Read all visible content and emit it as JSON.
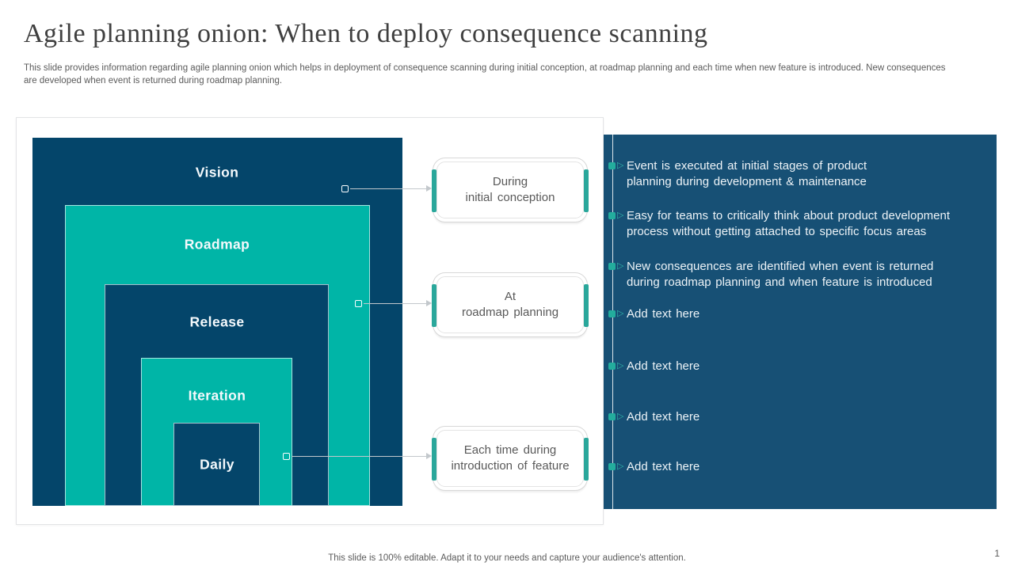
{
  "slide": {
    "title": "Agile planning onion: When to deploy consequence scanning",
    "subtitle": "This slide provides information regarding agile planning onion which helps in deployment of consequence scanning during initial conception, at roadmap planning and each time when new feature is introduced. New consequences\nare developed when event is returned during roadmap planning.",
    "footer": "This slide is 100% editable. Adapt it to your needs and capture your audience's attention.",
    "page_number": "1"
  },
  "onion": {
    "layers": [
      {
        "label": "Vision"
      },
      {
        "label": "Roadmap"
      },
      {
        "label": "Release"
      },
      {
        "label": "Iteration"
      },
      {
        "label": "Daily"
      }
    ]
  },
  "callouts": [
    {
      "text": "During\ninitial conception"
    },
    {
      "text": "At\nroadmap planning"
    },
    {
      "text": "Each time during\nintroduction of feature"
    }
  ],
  "panel": {
    "bullet_glyph": "▷",
    "items": [
      {
        "text": "Event is executed at initial stages of product\nplanning during development & maintenance"
      },
      {
        "text": "Easy for teams to critically think about product development\nprocess without getting attached to specific focus areas"
      },
      {
        "text": "New consequences are identified when event is returned\nduring roadmap planning and when feature is introduced"
      },
      {
        "text": "Add text here"
      },
      {
        "text": "Add text here"
      },
      {
        "text": "Add text here"
      },
      {
        "text": "Add text here"
      }
    ]
  },
  "colors": {
    "onion_navy": "#04456A",
    "onion_teal": "#00B5A7",
    "panel_blue": "#175075",
    "accent_teal": "#2AA79B",
    "body_gray": "#595959"
  }
}
